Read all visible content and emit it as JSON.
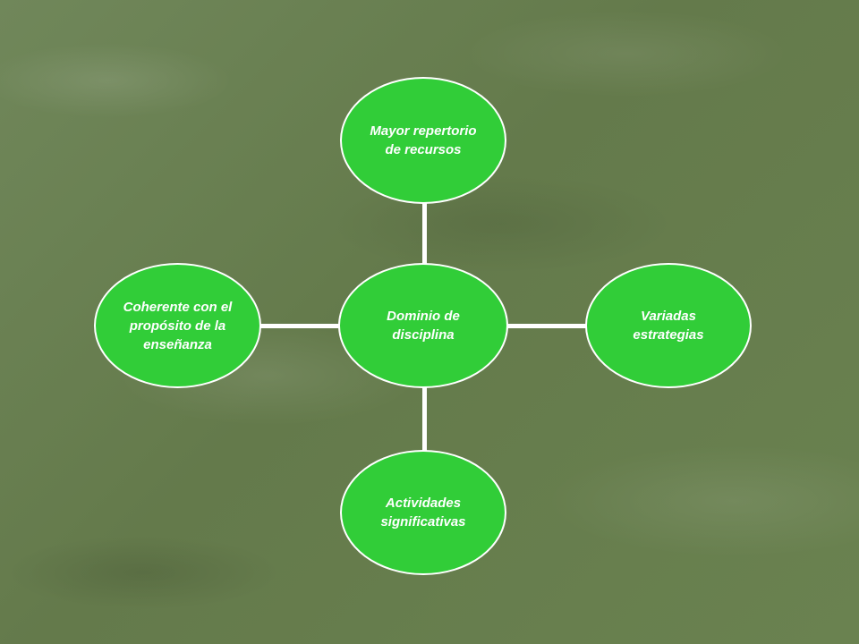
{
  "diagram": {
    "center": {
      "label": "Dominio de\ndisciplina"
    },
    "top": {
      "label": "Mayor repertorio\nde recursos"
    },
    "right": {
      "label": "Variadas\nestrategias"
    },
    "bottom": {
      "label": "Actividades\nsignificativas"
    },
    "left": {
      "label": "Coherente con el\npropósito de la\nenseñanza"
    },
    "colors": {
      "node_fill": "#31cd38",
      "node_border": "#ffffff",
      "connector": "#ffffff",
      "background": "#667d4c"
    }
  }
}
